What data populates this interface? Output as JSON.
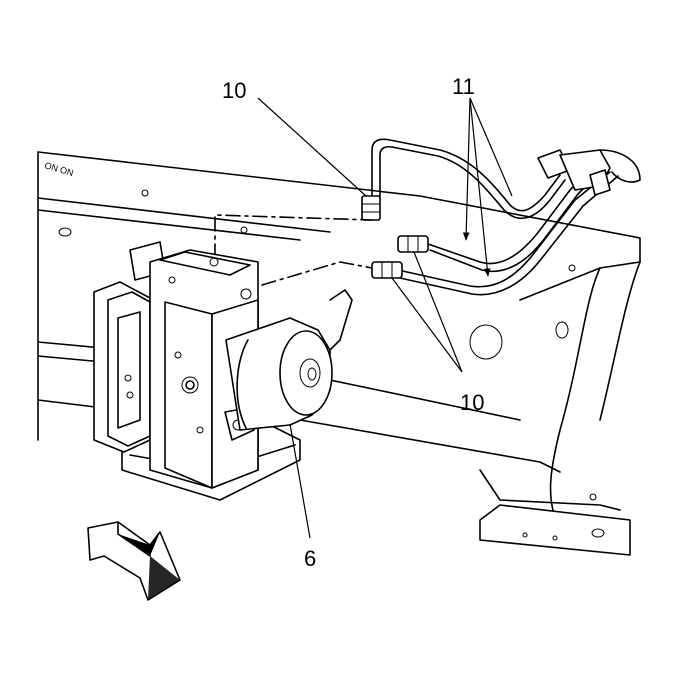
{
  "callouts": {
    "fitting_top": "10",
    "brake_lines": "11",
    "fittings_right": "10",
    "modulator": "6"
  },
  "frame_marking": "ON ON"
}
